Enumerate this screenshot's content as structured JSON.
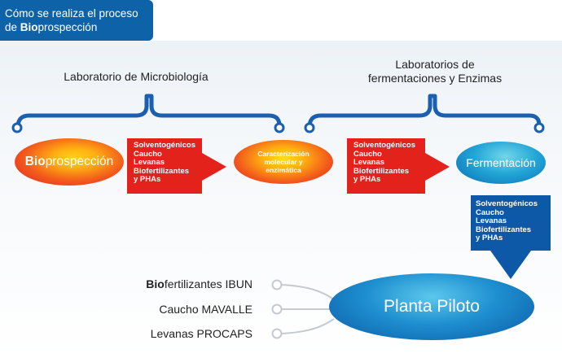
{
  "header": {
    "title_line1": "Cómo se realiza el proceso",
    "title_line2_prefix": "de ",
    "title_line2_bold": "Bio",
    "title_line2_rest": "prospección"
  },
  "labs": {
    "microbiology": "Laboratorio de Microbiología",
    "fermentation_line1": "Laboratorios de",
    "fermentation_line2": "fermentaciones y Enzimas"
  },
  "nodes": {
    "bioprospeccion_bold": "Bio",
    "bioprospeccion_rest": "prospección",
    "caracterizacion": "Caracterización molecular y enzimática",
    "fermentacion": "Fermentación",
    "planta_piloto": "Planta Piloto"
  },
  "products": [
    "Solventogénicos",
    "Caucho",
    "Levanas",
    "Biofertilizantes",
    "y PHAs"
  ],
  "outputs": [
    {
      "bold": "Bio",
      "rest": "fertilizantes IBUN"
    },
    {
      "bold": "",
      "rest": "Caucho MAVALLE"
    },
    {
      "bold": "",
      "rest": "Levanas PROCAPS"
    }
  ],
  "colors": {
    "brand_blue": "#0e62a8",
    "bracket_blue": "#1a5fb0",
    "arrow_red": "#e3221c",
    "connector_gray": "#c5c9d0"
  }
}
